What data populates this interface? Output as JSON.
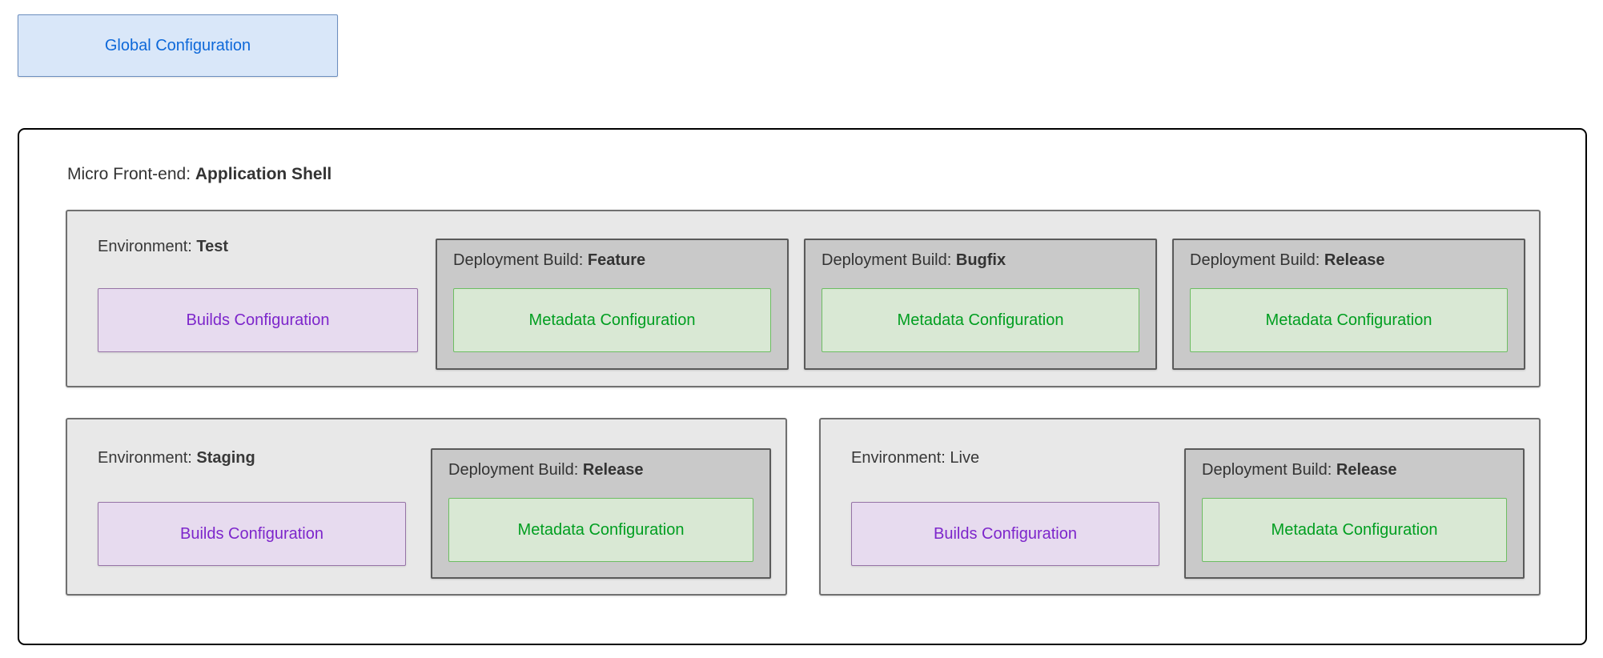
{
  "global_config": {
    "label": "Global Configuration"
  },
  "shell": {
    "title_prefix": "Micro Front-end:",
    "title_name": "Application Shell",
    "labels": {
      "environment_prefix": "Environment:",
      "deployment_prefix": "Deployment Build:",
      "builds_config": "Builds Configuration",
      "metadata_config": "Metadata Configuration"
    },
    "environments": [
      {
        "name": "Test",
        "name_bold": true,
        "deployment_builds": [
          "Feature",
          "Bugfix",
          "Release"
        ]
      },
      {
        "name": "Staging",
        "name_bold": true,
        "deployment_builds": [
          "Release"
        ]
      },
      {
        "name": "Live",
        "name_bold": false,
        "deployment_builds": [
          "Release"
        ]
      }
    ]
  },
  "colors": {
    "global_node_bg": "#d9e7f9",
    "global_node_border": "#6c8ebf",
    "global_node_text": "#0d68d9",
    "environment_bg": "#e8e8e8",
    "environment_border": "#707070",
    "deployment_bg": "#c9c9c9",
    "deployment_border": "#5a5a5a",
    "builds_node_bg": "#e7dbef",
    "builds_node_border": "#9673a6",
    "builds_node_text": "#7d26cb",
    "metadata_node_bg": "#d9e8d4",
    "metadata_node_border": "#6dbd62",
    "metadata_node_text": "#009e20",
    "shell_border": "#000000",
    "text": "#333333"
  }
}
